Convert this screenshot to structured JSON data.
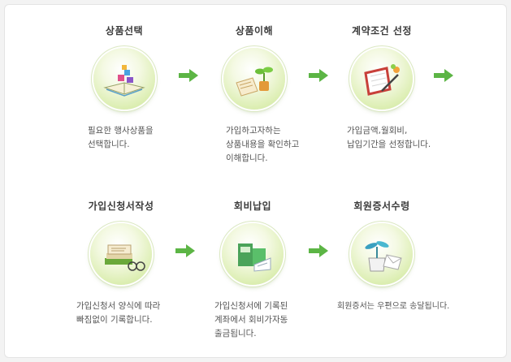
{
  "steps": [
    {
      "title": "상품선택",
      "icon": "book-blocks-icon",
      "desc": [
        "필요한 행사상품을",
        "선택합니다."
      ]
    },
    {
      "title": "상품이해",
      "icon": "open-book-plant-icon",
      "desc": [
        "가입하고자하는",
        "상품내용을 확인하고",
        "이해합니다."
      ]
    },
    {
      "title": "계약조건  선정",
      "icon": "notebook-pencil-icon",
      "desc": [
        "가입금액,월회비,",
        "납입기간을 선정합니다."
      ]
    },
    {
      "title": "가입신청서작성",
      "icon": "books-glasses-icon",
      "desc": [
        "가입신청서 양식에 따라",
        "빠짐없이 기록합니다."
      ]
    },
    {
      "title": "회비납입",
      "icon": "payment-machine-icon",
      "desc": [
        "가입신청서에 기록된",
        "계좌에서 회비가자동",
        "출금됩니다."
      ]
    },
    {
      "title": "회원증서수령",
      "icon": "plant-envelope-icon",
      "desc": [
        "회원증서는 우편으로 송달됩니다."
      ]
    }
  ],
  "colors": {
    "arrow": "#5cb545",
    "circle": "#deefb6",
    "title": "#3b3b3b",
    "text": "#555555"
  }
}
